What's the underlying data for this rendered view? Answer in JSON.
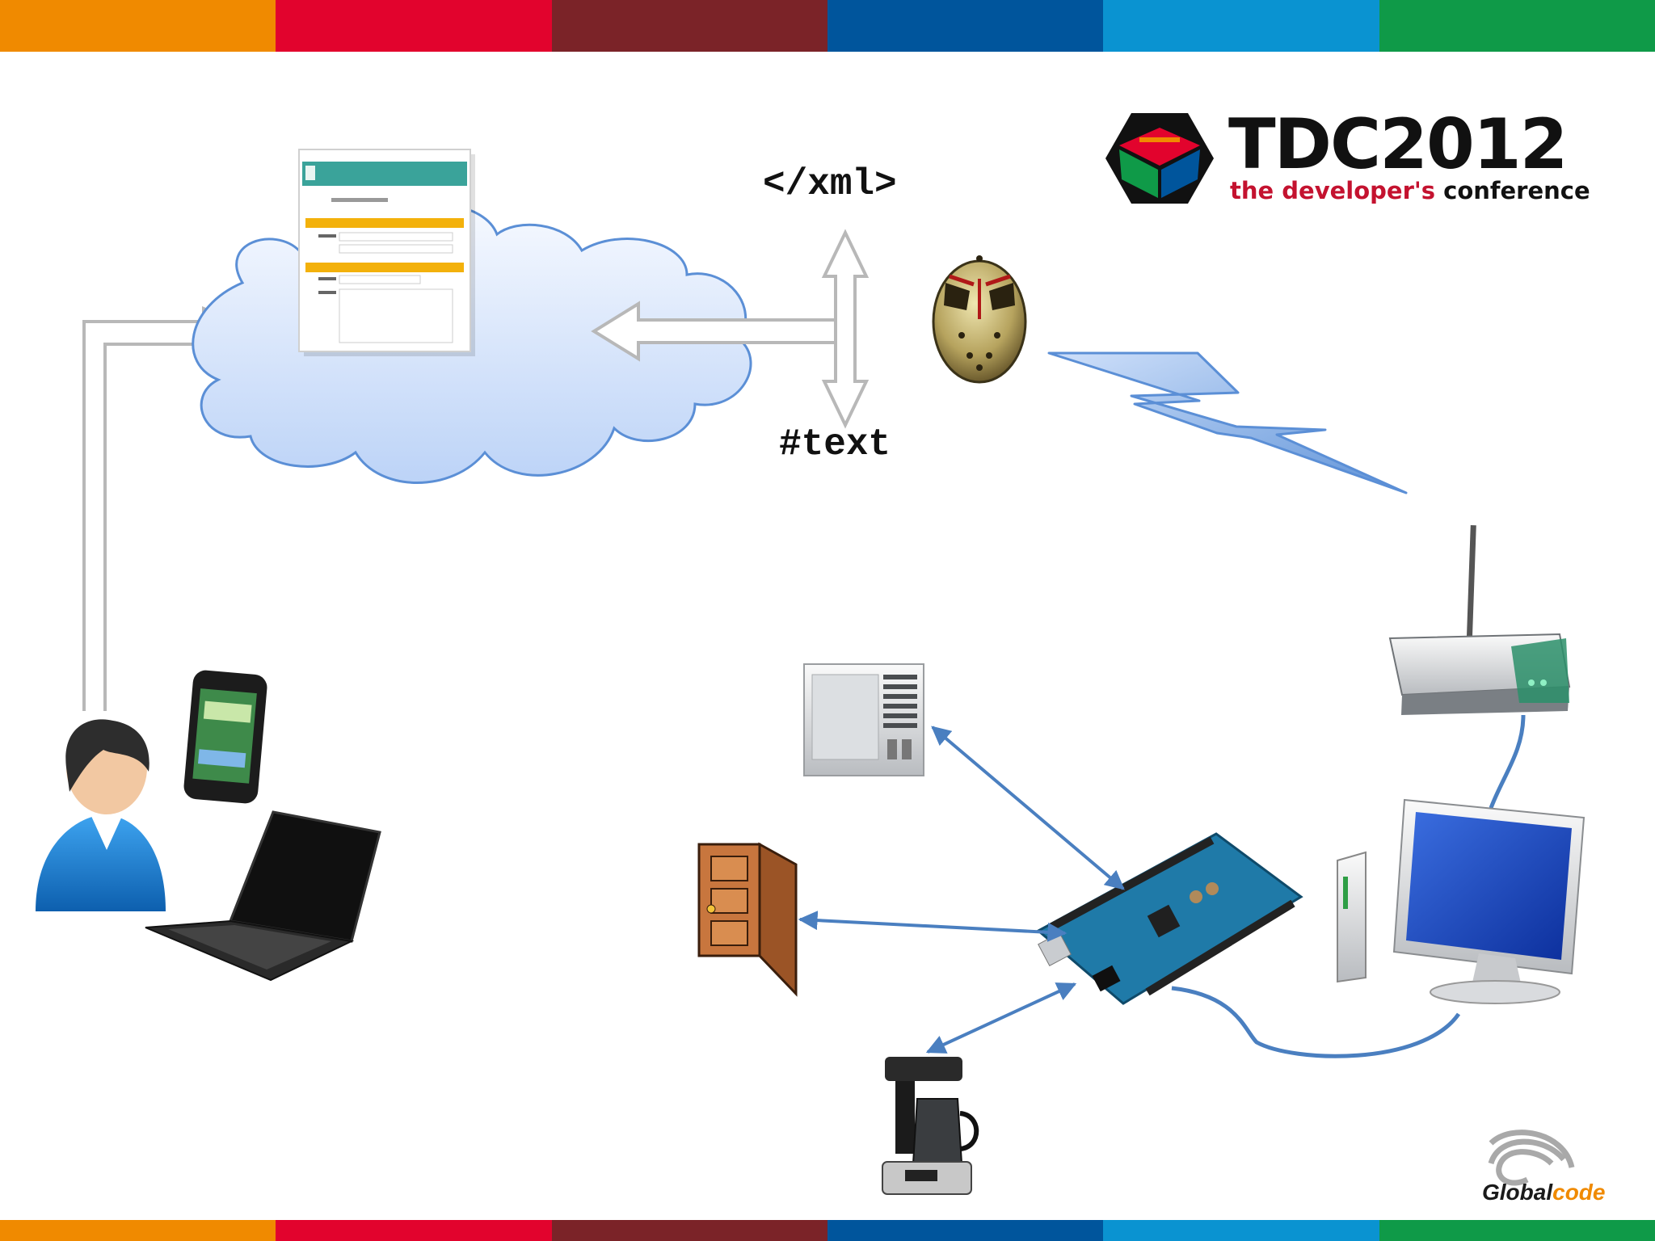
{
  "slide": {
    "stripe_colors": [
      "#f08a00",
      "#e2032d",
      "#7b2328",
      "#00559c",
      "#0a93d1",
      "#0f9a48"
    ],
    "labels": {
      "xml": "</xml>",
      "text": "#text"
    }
  },
  "logo": {
    "title": "TDC2012",
    "tagline_a": "the developer's",
    "tagline_b": "conference",
    "colors": {
      "title": "#111111",
      "tagline": "#c4122f"
    }
  },
  "sponsor": {
    "name_a": "Global",
    "name_b": "code"
  },
  "icons": {
    "browser": "web-form-window-icon",
    "cloud": "cloud-icon",
    "mask": "hockey-mask-icon",
    "lightning": "lightning-bolt-icon",
    "router": "wifi-router-icon",
    "computer": "desktop-computer-icon",
    "user": "user-avatar-icon",
    "phone": "smartphone-icon",
    "laptop": "laptop-icon",
    "air_conditioner": "air-conditioner-icon",
    "door": "door-icon",
    "arduino": "arduino-board-icon",
    "coffee": "coffee-maker-icon"
  },
  "connector_color": "#4a7fc0"
}
